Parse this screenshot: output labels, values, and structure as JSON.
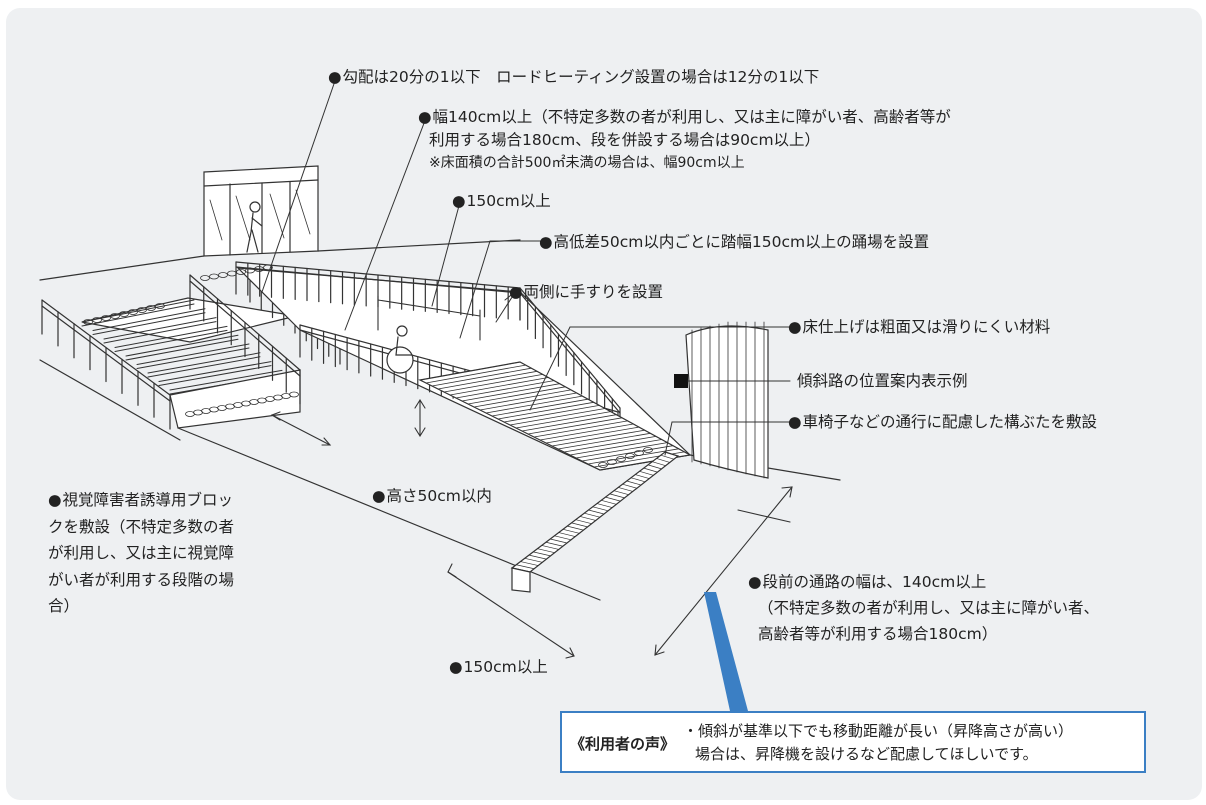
{
  "labels": {
    "gradient": "勾配は20分の1以下　ロードヒーティング設置の場合は12分の1以下",
    "width_l1": "幅140cm以上（不特定多数の者が利用し、又は主に障がい者、高齢者等が",
    "width_l2": "利用する場合180cm、段を併設する場合は90cm以上）",
    "width_note": "※床面積の合計500㎡未満の場合は、幅90cm以上",
    "landing_len": "150cm以上",
    "landing": "高低差50cm以内ごとに踏幅150cm以上の踊場を設置",
    "handrail": "両側に手すりを設置",
    "floor": "床仕上げは粗面又は滑りにくい材料",
    "sign": "傾斜路の位置案内表示例",
    "grating": "車椅子などの通行に配慮した構ぶたを敷設",
    "height": "高さ50cm以内",
    "blocks_l1": "視覚障害者誘導用ブロッ",
    "blocks_l2": "クを敷設（不特定多数の者",
    "blocks_l3": "が利用し、又は主に視覚障",
    "blocks_l4": "がい者が利用する段階の場",
    "blocks_l5": "合）",
    "passage_l1": "段前の通路の幅は、140cm以上",
    "passage_l2": "（不特定多数の者が利用し、又は主に障がい者、",
    "passage_l3": "高齢者等が利用する場合180cm）",
    "bottom_len": "150cm以上"
  },
  "voice": {
    "title": "《利用者の声》",
    "line1": "・傾斜が基準以下でも移動距離が長い（昇降高さが高い）",
    "line2": "場合は、昇降機を設けるなど配慮してほしいです。"
  },
  "colors": {
    "panel": "#eef0f2",
    "accent": "#3b7fc4",
    "ink": "#222222"
  }
}
